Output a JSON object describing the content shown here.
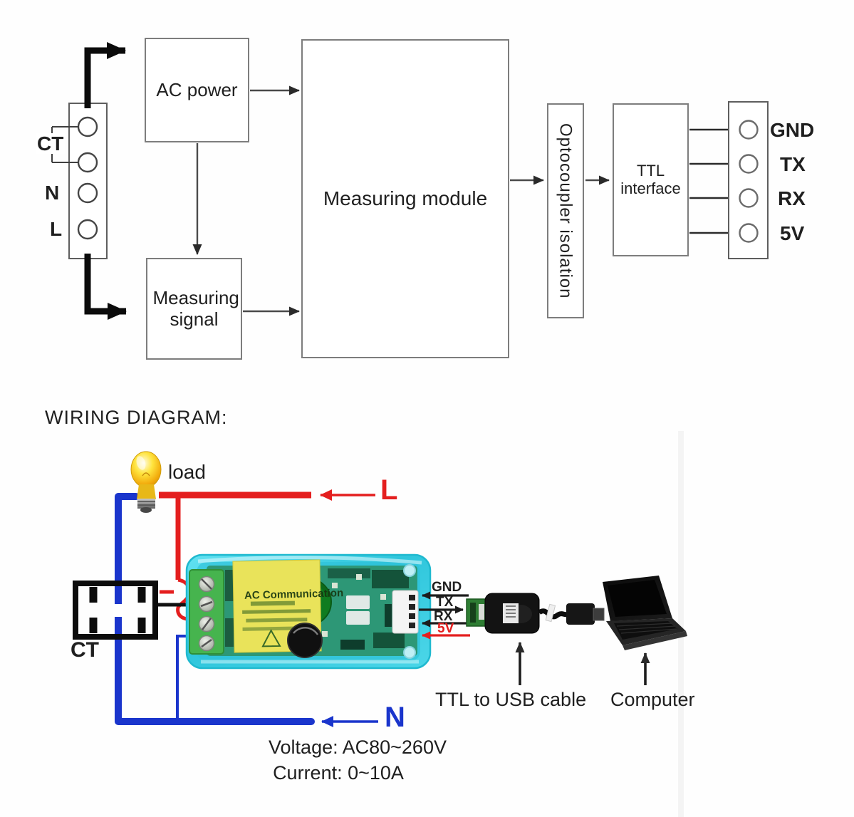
{
  "block_diagram": {
    "left_terminal": {
      "ct": "CT",
      "n": "N",
      "l": "L"
    },
    "ac_power": "AC power",
    "measuring_signal": "Measuring signal",
    "measuring_module": "Measuring module",
    "optocoupler": "Optocoupler isolation",
    "ttl_interface": "TTL interface",
    "pins": [
      "GND",
      "TX",
      "RX",
      "5V"
    ]
  },
  "wiring": {
    "title": "WIRING DIAGRAM:",
    "load": "load",
    "live": "L",
    "neutral": "N",
    "ct": "CT",
    "module_text": "AC Communication",
    "pin_gnd": "GND",
    "pin_tx": "TX",
    "pin_rx": "RX",
    "pin_5v": "5V",
    "ttl_cable": "TTL to USB cable",
    "computer": "Computer",
    "voltage": "Voltage: AC80~260V",
    "current": "Current: 0~10A"
  },
  "colors": {
    "live_wire": "#e41e1e",
    "neutral_wire": "#1a35cc",
    "module_case": "#40cfe2"
  }
}
